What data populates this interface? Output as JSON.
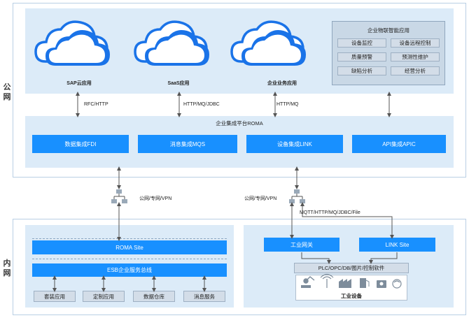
{
  "labels": {
    "public": "公网",
    "internal": "内网"
  },
  "clouds": [
    "SAP云应用",
    "SaaS应用",
    "企业业务应用"
  ],
  "iot": {
    "title": "企业物联智能应用",
    "items": [
      "设备监控",
      "设备远程控制",
      "质量预警",
      "预测性维护",
      "缺陷分析",
      "经营分析"
    ]
  },
  "protocols": {
    "sap": "RFC/HTTP",
    "saas": "HTTP/MQ/JDBC",
    "biz": "HTTP/MQ",
    "net_left": "公网/专网/VPN",
    "net_right": "公网/专网/VPN",
    "mqtt": "MQTT/HTTP/MQ/JDBC/File"
  },
  "platform": {
    "title": "企业集成平台ROMA",
    "modules": [
      "数据集成FDI",
      "消息集成MQS",
      "设备集成LINK",
      "API集成APIC"
    ]
  },
  "internal_left": {
    "roma_site": "ROMA Site",
    "esb": "ESB企业服务总线",
    "apps": [
      "套装应用",
      "定制应用",
      "数据仓库",
      "消息服务"
    ]
  },
  "internal_right": {
    "gateway": "工业网关",
    "link_site": "LINK Site",
    "plc": "PLC/OPC/DB/图片/控制软件",
    "devices": "工业设备"
  },
  "colors": {
    "accent": "#1890ff",
    "panel": "#dcebf8",
    "cloud": "#1a73e8"
  }
}
